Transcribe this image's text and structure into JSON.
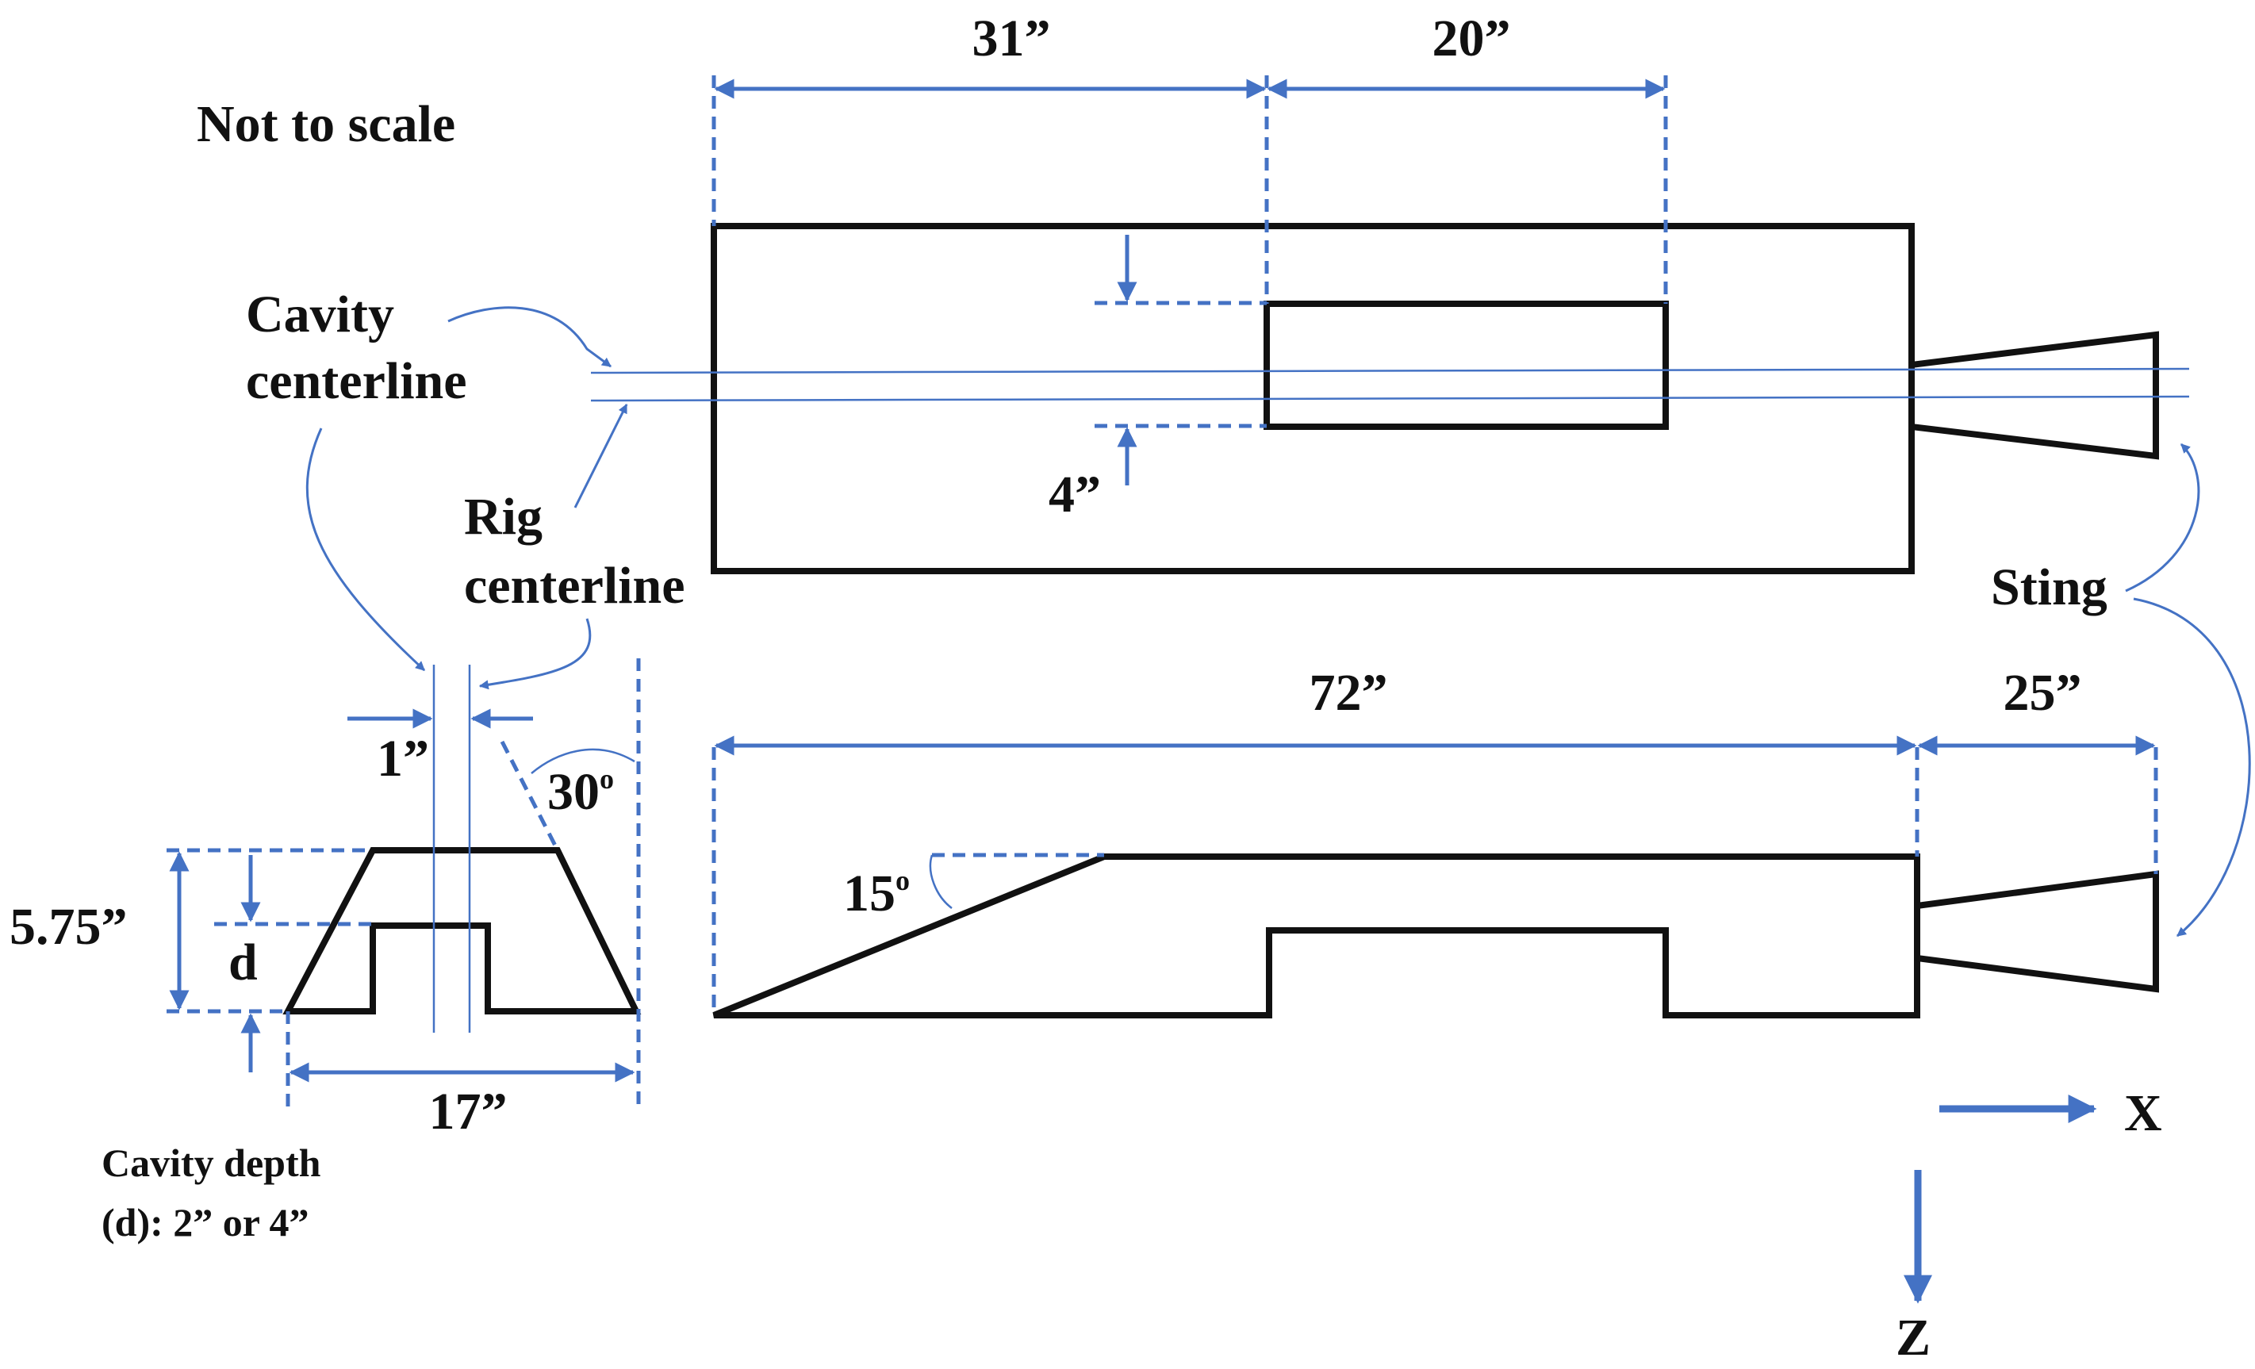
{
  "labels": {
    "scale_note": "Not to scale",
    "cavity_centerline_1": "Cavity",
    "cavity_centerline_2": "centerline",
    "rig_centerline_1": "Rig",
    "rig_centerline_2": "centerline",
    "sting": "Sting",
    "cavity_depth_1": "Cavity depth",
    "cavity_depth_2": "(d): 2” or 4”",
    "d": "d",
    "axis_x": "X",
    "axis_z": "Z"
  },
  "dimensions": {
    "cavity_offset": "31”",
    "cavity_length": "20”",
    "cavity_width": "4”",
    "body_length": "72”",
    "sting_length": "25”",
    "centerline_offset": "1”",
    "height": "5.75”",
    "base_width": "17”",
    "side_angle": "30",
    "nose_angle": "15",
    "degree_mark": "o"
  },
  "colors": {
    "outline": "#111111",
    "annotation": "#4472c4"
  }
}
